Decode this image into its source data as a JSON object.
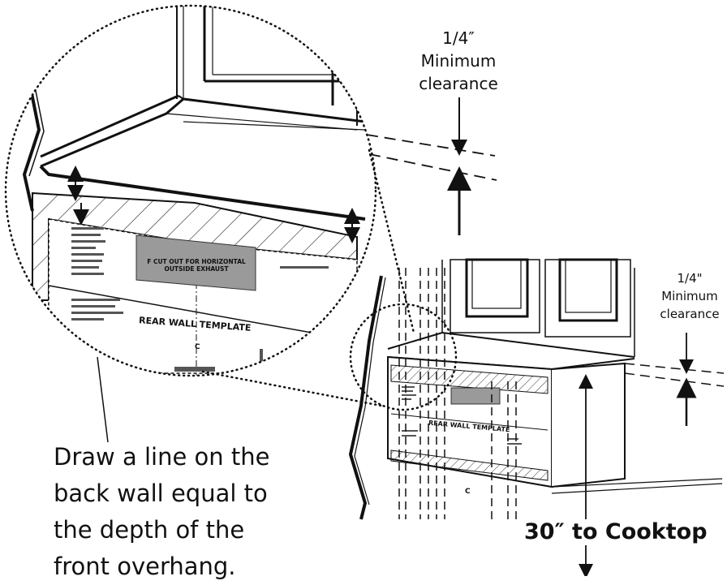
{
  "clearance_large": {
    "value": "1/4″",
    "line1": "Minimum",
    "line2": "clearance"
  },
  "clearance_small": {
    "value": "1/4\"",
    "line1": "Minimum",
    "line2": "clearance"
  },
  "cooktop_label": "30″ to Cooktop",
  "instruction": {
    "line1": "Draw a line on the",
    "line2": "back wall equal to",
    "line3": "the depth of the",
    "line4": "front overhang."
  },
  "template": {
    "title": "REAR WALL TEMPLATE",
    "small_title": "REAR WALL TEMPLATE",
    "cutout_line1": "F  CUT OUT FOR HORIZONTAL",
    "cutout_line2": "OUTSIDE EXHAUST",
    "center_mark": "C"
  }
}
